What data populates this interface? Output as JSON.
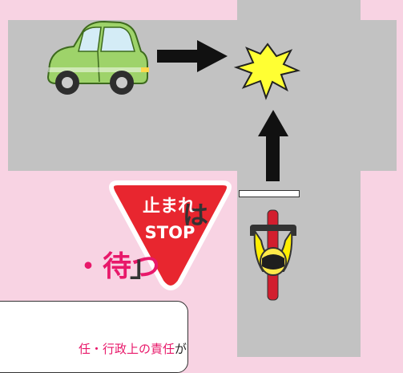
{
  "sign": {
    "line1": "止まれ",
    "line2": "STOP",
    "color": "#e8262f"
  },
  "texts": {
    "big_line1": "は",
    "big_line2": "・待つ",
    "closing_bracket": "」"
  },
  "notice": {
    "text": "任・行政上の責任",
    "suffix": "が"
  },
  "icons": [
    "car-icon",
    "collision-icon",
    "arrow-right-icon",
    "arrow-up-icon",
    "bicycle-icon",
    "stop-sign-icon"
  ]
}
